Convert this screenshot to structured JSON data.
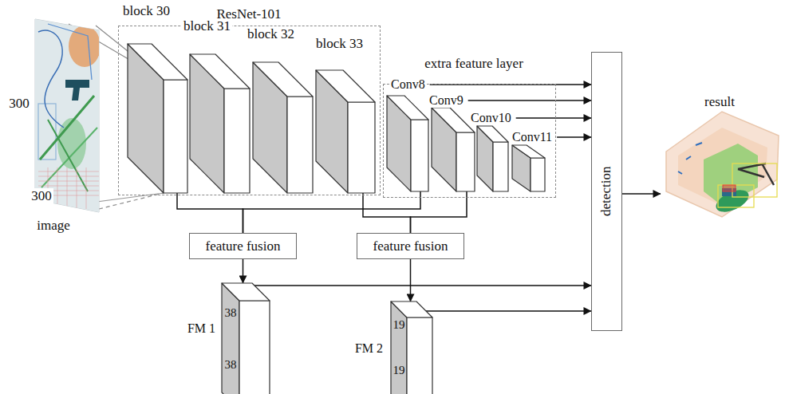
{
  "diagram": {
    "nodes": [
      {
        "text": [
          "image"
        ]
      },
      {
        "text": [
          "ResNet-101"
        ]
      },
      {
        "text": [
          "block 30"
        ],
        "in": 1
      },
      {
        "text": [
          "block 31"
        ],
        "in": 1
      },
      {
        "text": [
          "block 32"
        ],
        "in": 1
      },
      {
        "text": [
          "block 33"
        ],
        "in": 1
      },
      {
        "text": [
          "extra feature layer"
        ]
      },
      {
        "text": [
          "Conv8"
        ],
        "in": 6
      },
      {
        "text": [
          "Conv9"
        ],
        "in": 6
      },
      {
        "text": [
          "Conv10"
        ],
        "in": 6
      },
      {
        "text": [
          "Conv11"
        ],
        "in": 6
      },
      {
        "text": [
          "detection"
        ]
      },
      {
        "text": [
          "result"
        ]
      },
      {
        "text": [
          "feature fusion"
        ]
      },
      {
        "text": [
          "feature fusion"
        ]
      },
      {
        "text": [
          "FM 1",
          "38",
          "38"
        ]
      },
      {
        "text": [
          "FM 2",
          "19",
          "19"
        ]
      }
    ],
    "edges": [
      {
        "from": 0,
        "to": 2,
        "arrow": "none"
      },
      {
        "from": 7,
        "to": 11,
        "arrow": "to"
      },
      {
        "from": 8,
        "to": 11,
        "arrow": "to"
      },
      {
        "from": 9,
        "to": 11,
        "arrow": "to"
      },
      {
        "from": 10,
        "to": 11,
        "arrow": "to"
      },
      {
        "from": 2,
        "to": 13,
        "arrow": "none"
      },
      {
        "from": 7,
        "to": 13,
        "arrow": "none"
      },
      {
        "from": 5,
        "to": 14,
        "arrow": "none"
      },
      {
        "from": 8,
        "to": 14,
        "arrow": "none"
      },
      {
        "from": 13,
        "to": 15,
        "arrow": "to"
      },
      {
        "from": 14,
        "to": 16,
        "arrow": "to"
      },
      {
        "from": 15,
        "to": 11,
        "arrow": "to"
      },
      {
        "from": 16,
        "to": 11,
        "arrow": "to"
      },
      {
        "from": 11,
        "to": 12,
        "arrow": "to"
      }
    ],
    "labels": [
      "300",
      "300"
    ]
  }
}
